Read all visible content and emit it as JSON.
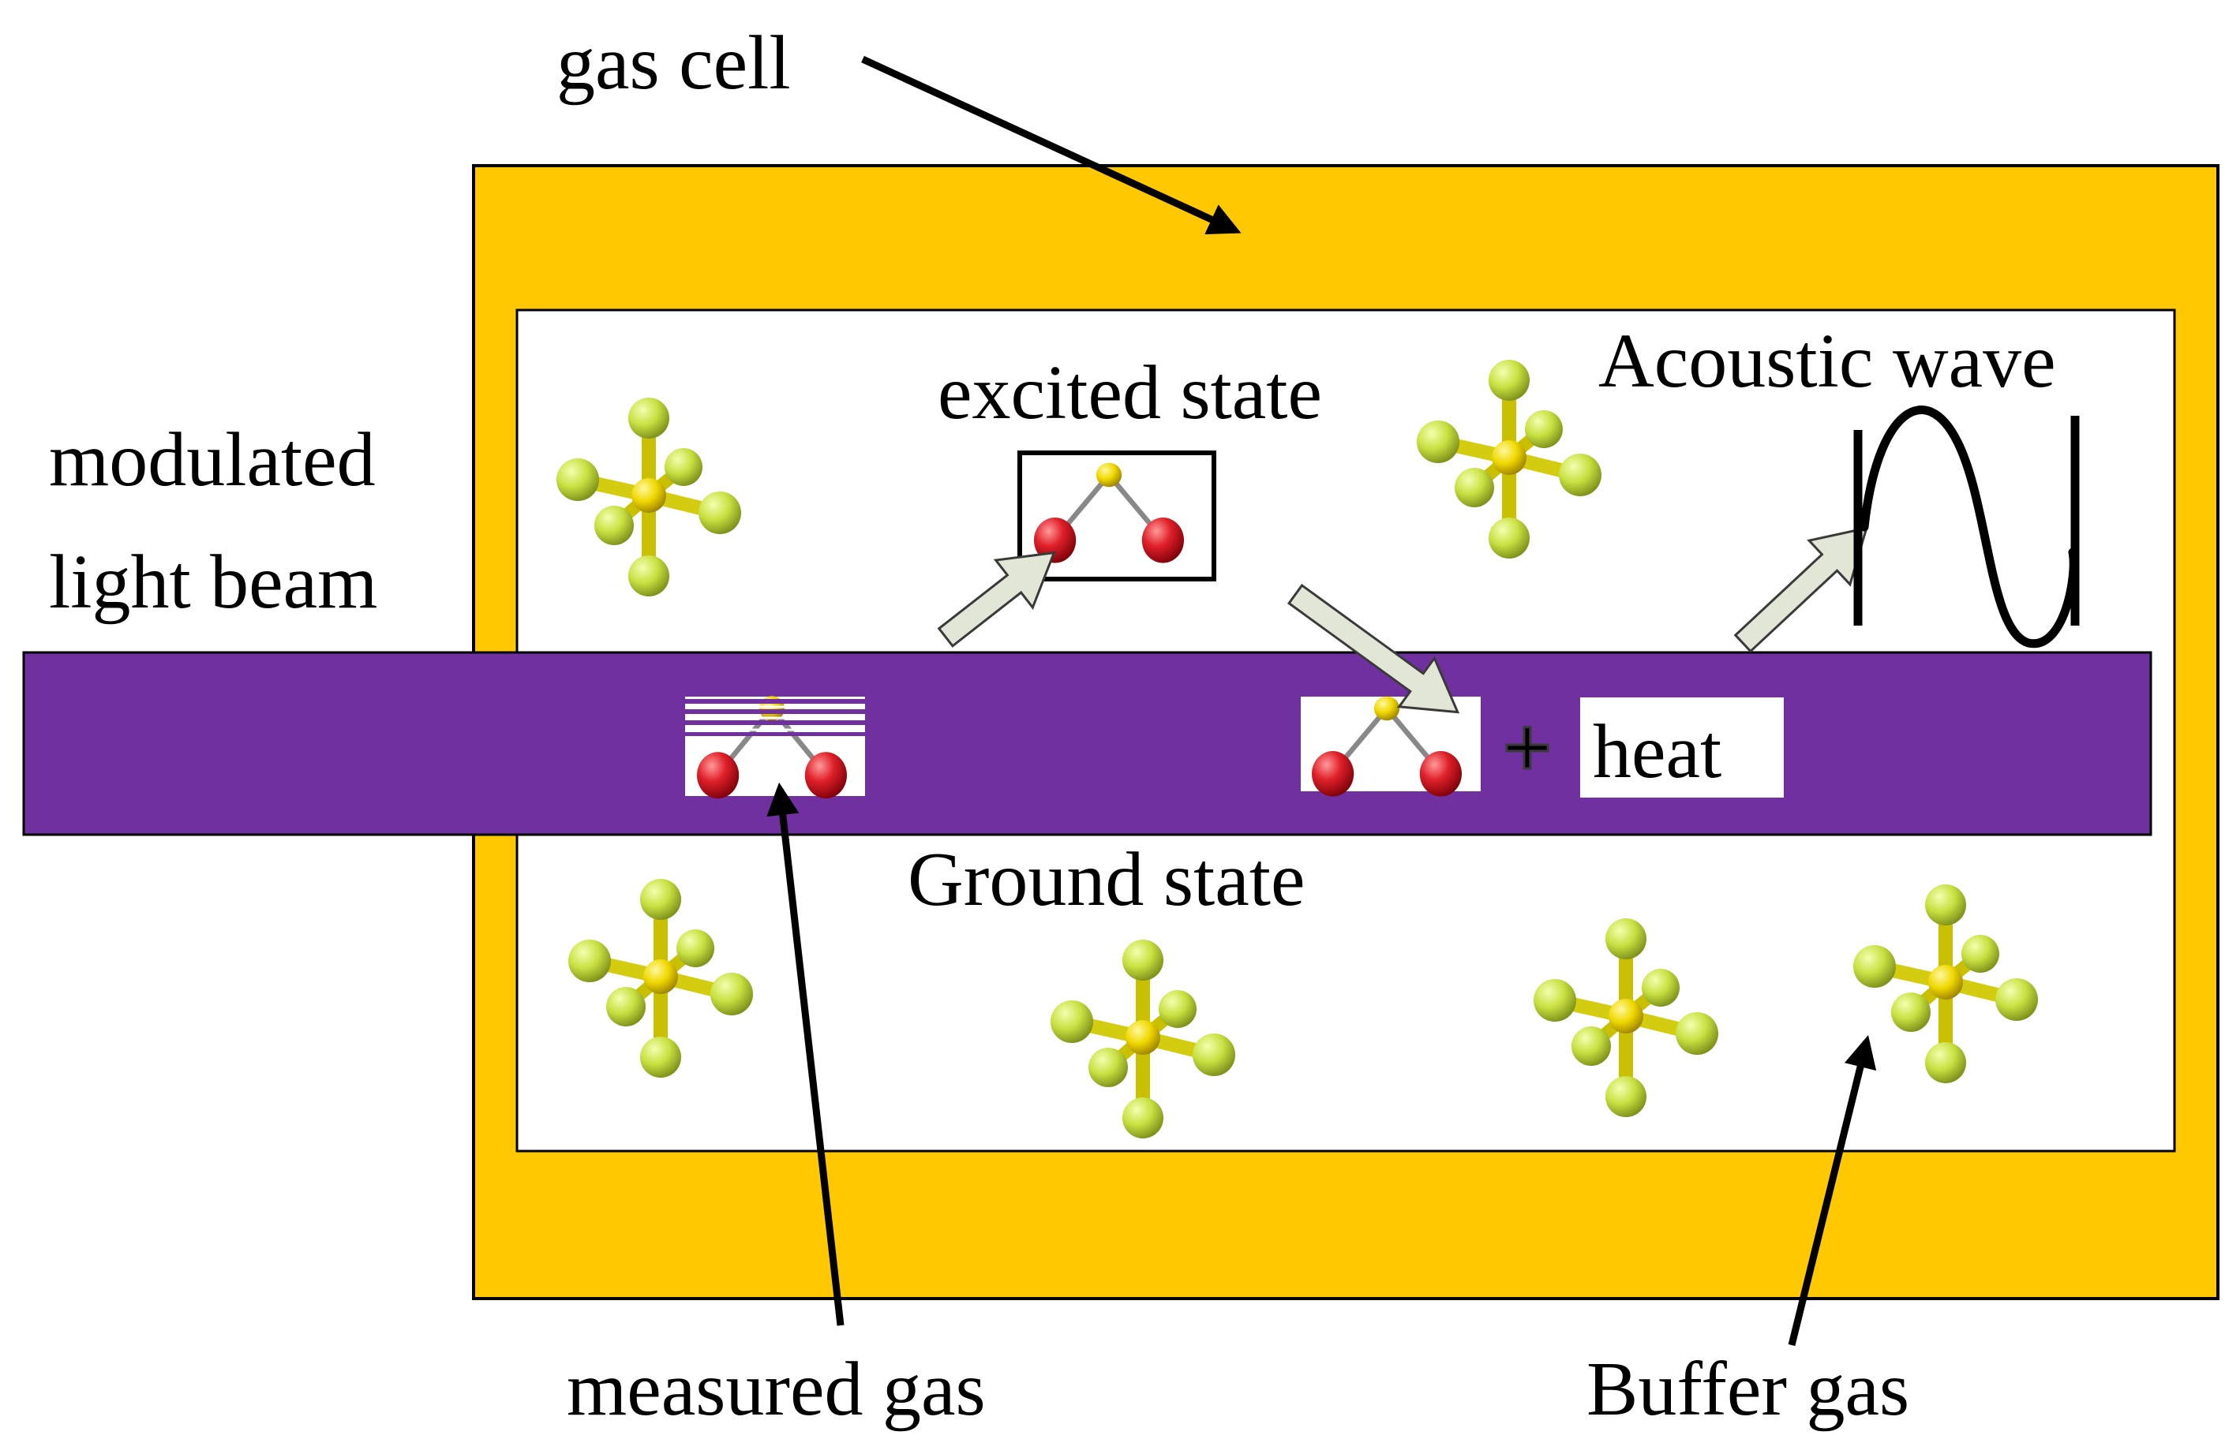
{
  "labels": {
    "gas_cell": "gas cell",
    "modulated_line1": "modulated",
    "modulated_line2": "light beam",
    "excited_state": "excited state",
    "acoustic_wave": "Acoustic wave",
    "ground_state": "Ground state",
    "plus": "+",
    "heat": "heat",
    "measured_gas": "measured gas",
    "buffer_gas": "Buffer gas"
  },
  "colors": {
    "cell_wall": "#ffc800",
    "light_beam": "#7030a0",
    "process_arrow_fill": "#e2e6d6",
    "molecule_red": "#e0202a",
    "molecule_yellow": "#f0d800",
    "sf6_green": "#c8e040",
    "sf6_core": "#e8e000"
  },
  "icons": {
    "measured_molecule": "bent-triatomic-molecule-icon",
    "buffer_molecule": "octahedral-sf6-molecule-icon"
  }
}
